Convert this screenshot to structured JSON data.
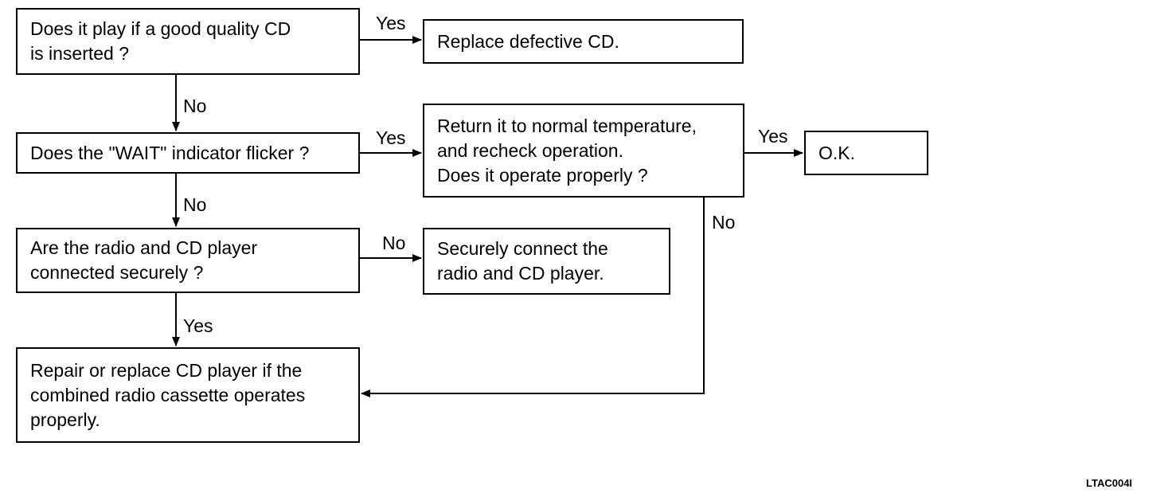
{
  "flowchart": {
    "boxes": {
      "q_good_cd": "Does it play if a good quality CD\nis inserted ?",
      "replace_cd": "Replace defective CD.",
      "q_wait_flicker": "Does the \"WAIT\" indicator flicker ?",
      "return_temp": "Return it to normal temperature,\nand recheck operation.\nDoes it operate properly ?",
      "ok": "O.K.",
      "q_connected": "Are the radio and CD player\nconnected securely ?",
      "connect": "Securely connect the\nradio and CD player.",
      "repair": "Repair or replace CD player if the\ncombined radio cassette operates\nproperly."
    },
    "labels": {
      "yes_1": "Yes",
      "no_1": "No",
      "yes_2": "Yes",
      "yes_3": "Yes",
      "no_2": "No",
      "no_3": "No",
      "no_4": "No",
      "yes_4": "Yes"
    },
    "figure_code": "LTAC004I"
  }
}
